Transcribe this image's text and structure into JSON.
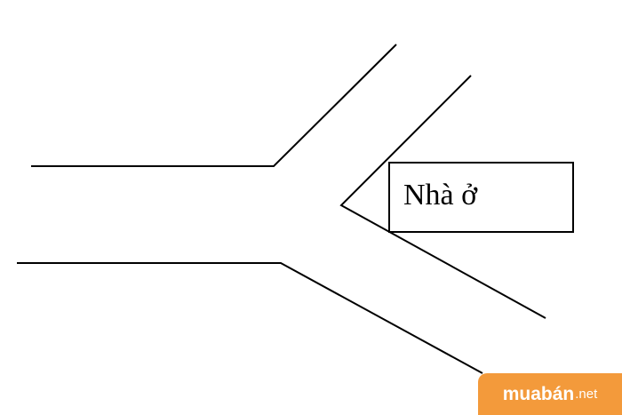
{
  "diagram": {
    "house_label": "Nhà ở"
  },
  "watermark": {
    "main": "muabán",
    "tld": ".net",
    "background": "#f39a3b",
    "text_color": "#ffffff"
  },
  "colors": {
    "line": "#000000",
    "background": "#ffffff"
  }
}
